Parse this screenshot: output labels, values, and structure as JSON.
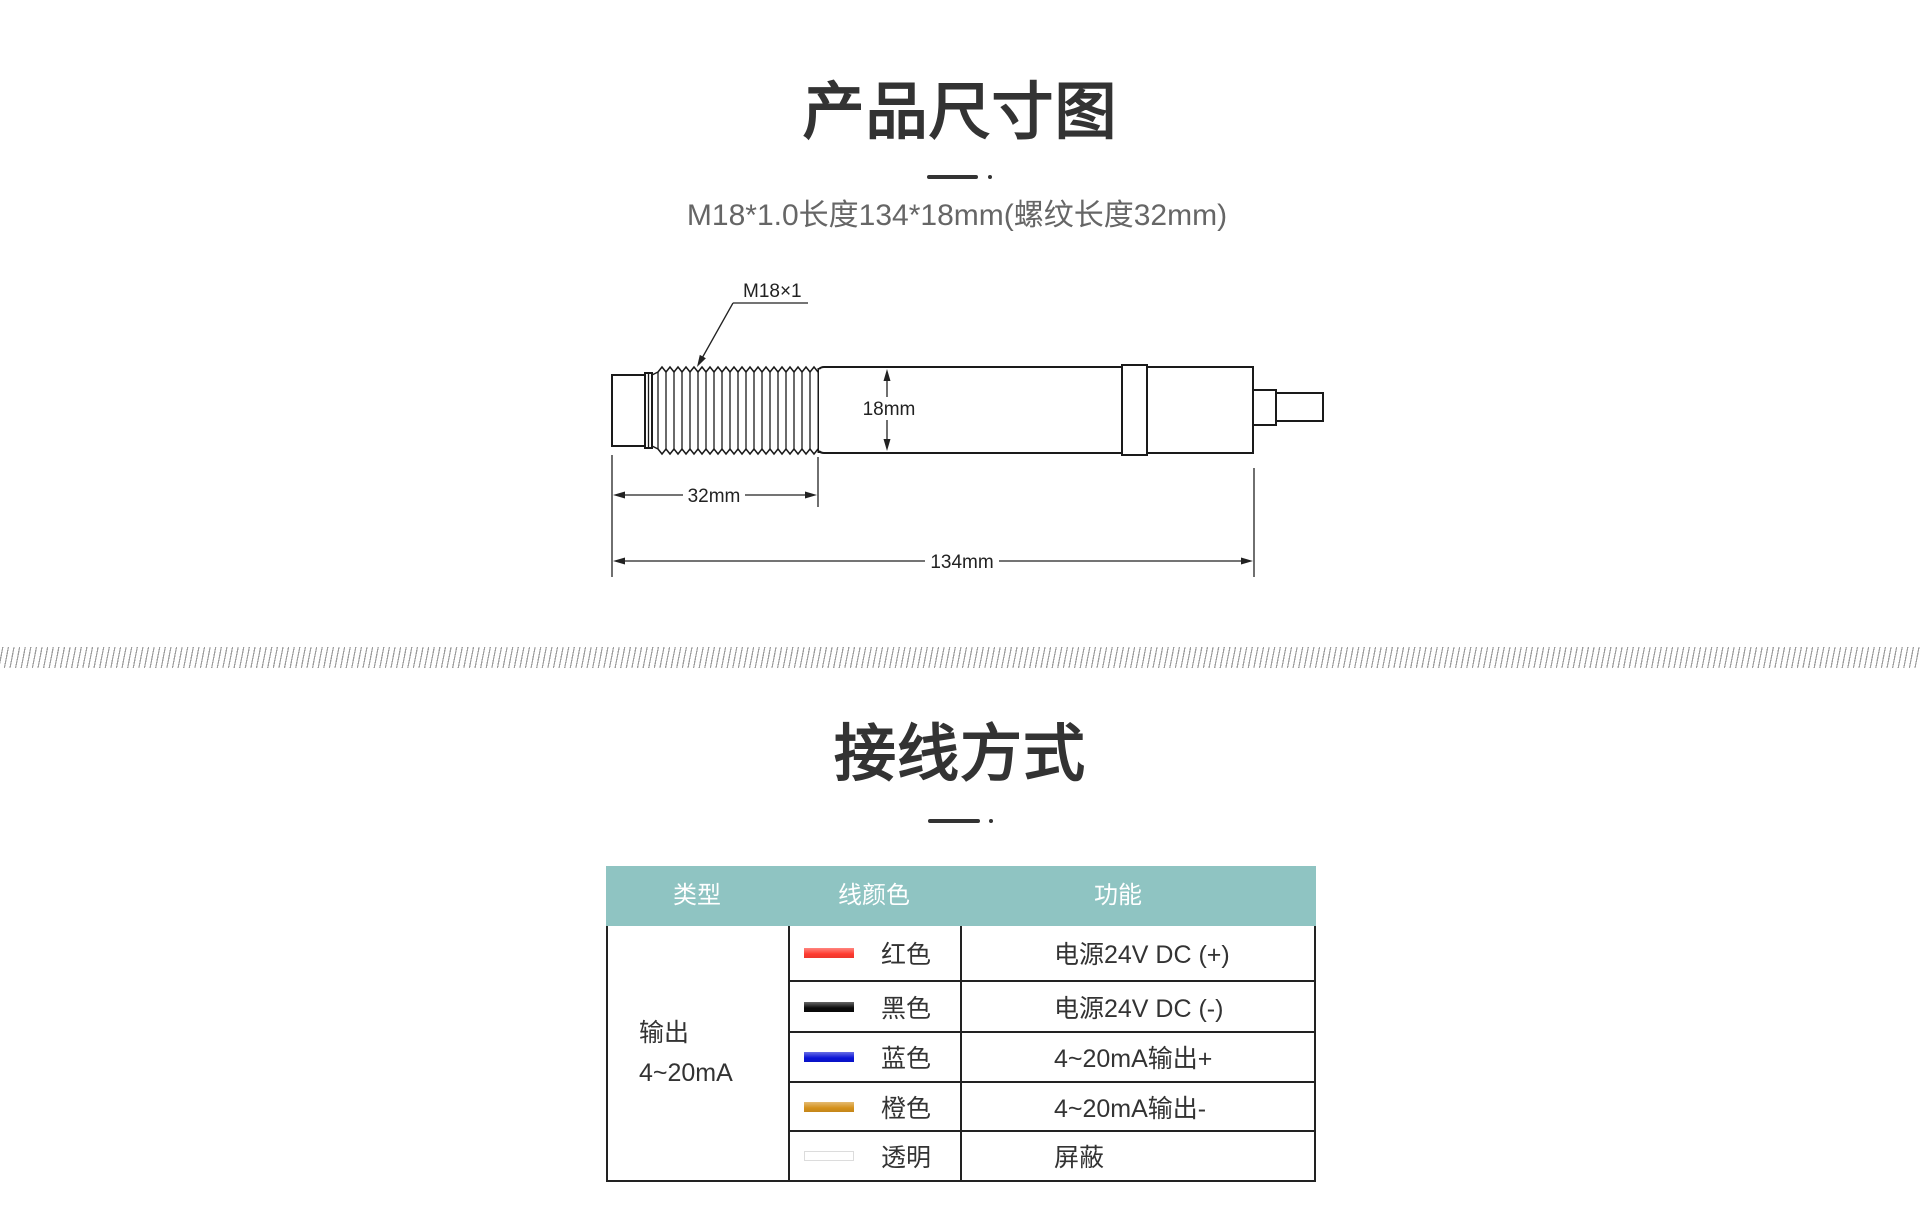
{
  "dimensions_section": {
    "title": "产品尺寸图",
    "subtitle": "M18*1.0长度134*18mm(螺纹长度32mm)",
    "diagram": {
      "thread_spec_label": "M18×1",
      "diameter_label": "18mm",
      "thread_length_label": "32mm",
      "total_length_label": "134mm"
    }
  },
  "wiring_section": {
    "title": "接线方式",
    "table": {
      "headers": [
        "类型",
        "线颜色",
        "功能"
      ],
      "type": {
        "line1": "输出",
        "line2": "4~20mA"
      },
      "rows": [
        {
          "wire_color_name": "红色",
          "swatch_color": "#ff3b30",
          "function": "电源24V DC (+)"
        },
        {
          "wire_color_name": "黑色",
          "swatch_color": "#0a0a0a",
          "function": "电源24V DC (-)"
        },
        {
          "wire_color_name": "蓝色",
          "swatch_color": "#0a14d6",
          "function": "4~20mA输出+"
        },
        {
          "wire_color_name": "橙色",
          "swatch_color": "#d4911c",
          "function": "4~20mA输出-"
        },
        {
          "wire_color_name": "透明",
          "swatch_color": "#ffffff",
          "function": "屏蔽"
        }
      ]
    }
  },
  "theme": {
    "table_header_bg": "#8fc4c2",
    "heading_color": "#333333",
    "subtitle_color": "#666666",
    "line_color": "#222222"
  }
}
